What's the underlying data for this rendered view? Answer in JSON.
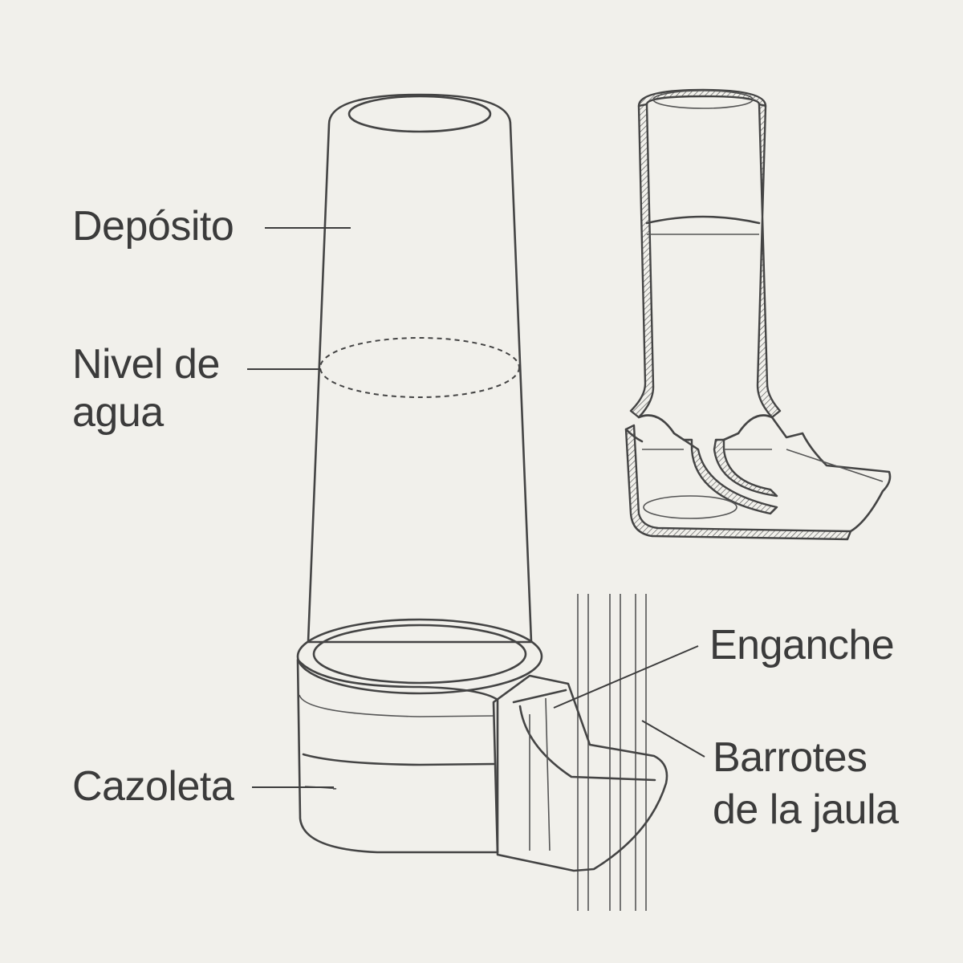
{
  "labels": {
    "deposito": "Depósito",
    "nivel_line1": "Nivel de",
    "nivel_line2": "agua",
    "cazoleta": "Cazoleta",
    "enganche": "Enganche",
    "barrotes_line1": "Barrotes",
    "barrotes_line2": "de la jaula"
  }
}
